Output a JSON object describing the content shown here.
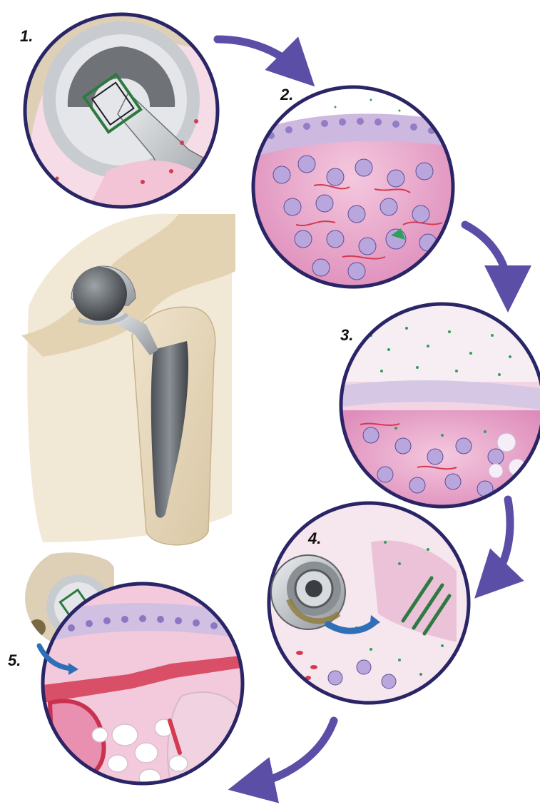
{
  "steps": [
    {
      "label": "1."
    },
    {
      "label": "2."
    },
    {
      "label": "3."
    },
    {
      "label": "4."
    },
    {
      "label": "5."
    }
  ],
  "colors": {
    "border": "#2a2566",
    "arrow": "#5b4ea6",
    "arrow_small": "#2f6fb8",
    "tissue": "#e9a8cc",
    "tissue_dark": "#cc6aa4",
    "cell": "#a98fcf",
    "nucleus": "#6b5aa8",
    "particle": "#2fa05a",
    "vessel": "#d43a52",
    "bone_light": "#f1e6cf",
    "bone_dark": "#d8c6a2",
    "metal_light": "#e0e3e6",
    "metal_dark": "#6d7176"
  },
  "icons": [
    "curved-arrow-icon",
    "hip-implant-icon",
    "acetabular-cup-icon"
  ]
}
